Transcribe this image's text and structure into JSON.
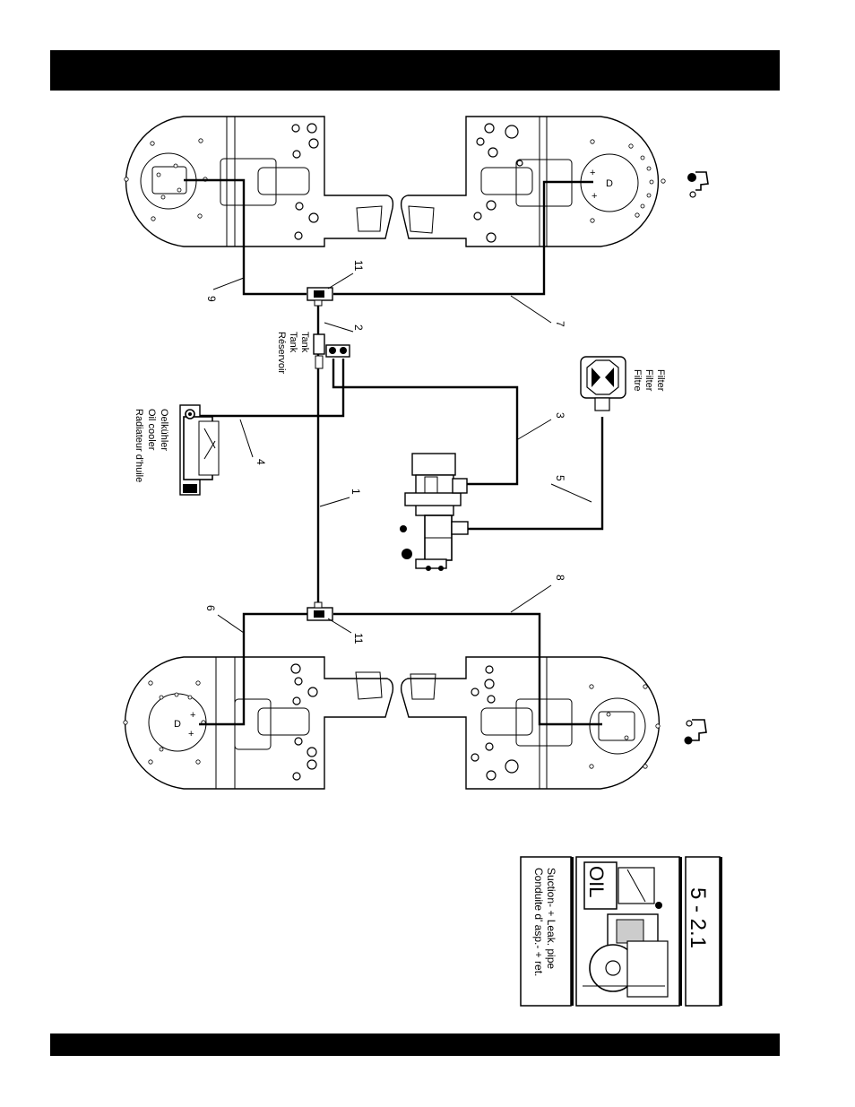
{
  "diagram": {
    "part_numbers": {
      "p1": "1",
      "p2": "2",
      "p3": "3",
      "p4": "4",
      "p5": "5",
      "p6": "6",
      "p7": "7",
      "p8": "8",
      "p9": "9",
      "p11_top": "11",
      "p11_bottom": "11"
    },
    "tank_label": [
      "Tank",
      "Tank",
      "Réservoir"
    ],
    "filter_label": [
      "Filter",
      "Filter",
      "Filtre"
    ],
    "oil_cooler_label": [
      "Oelkühler",
      "Oil cooler",
      "Radiateur d'huile"
    ],
    "motor_letter": "D",
    "motor_signs": {
      "plus": "+",
      "minus": "-"
    }
  },
  "legend_box": {
    "section_number": "5 - 2.1",
    "oil_text": "OIL",
    "description_line1": "Suction- + Leak. pipe",
    "description_line2": "Conduite d' asp.- + ret."
  }
}
